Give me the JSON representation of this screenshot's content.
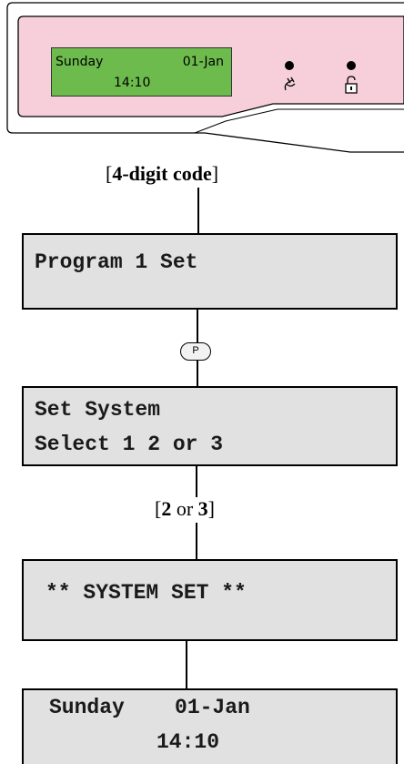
{
  "device": {
    "lcd_day": "Sunday",
    "lcd_date": "01-Jan",
    "lcd_time": "14:10",
    "icons": [
      "power-plug-icon",
      "unlocked-padlock-icon"
    ],
    "body_color": "#f6cfdb",
    "lcd_color": "#6dbb4d"
  },
  "steps": {
    "code_label_open": "[",
    "code_label": "4-digit code",
    "code_label_close": "]",
    "panel1_line1": "Program 1 Set",
    "p_key": "P",
    "panel2_line1": "Set System",
    "panel2_line2": "Select 1 2 or 3",
    "choice_open": "[",
    "choice_a": "2",
    "choice_or": " or ",
    "choice_b": "3",
    "choice_close": "]",
    "panel3_line1": "** SYSTEM SET **",
    "panel4_line1": "Sunday    01-Jan",
    "panel4_line2": "14:10"
  }
}
